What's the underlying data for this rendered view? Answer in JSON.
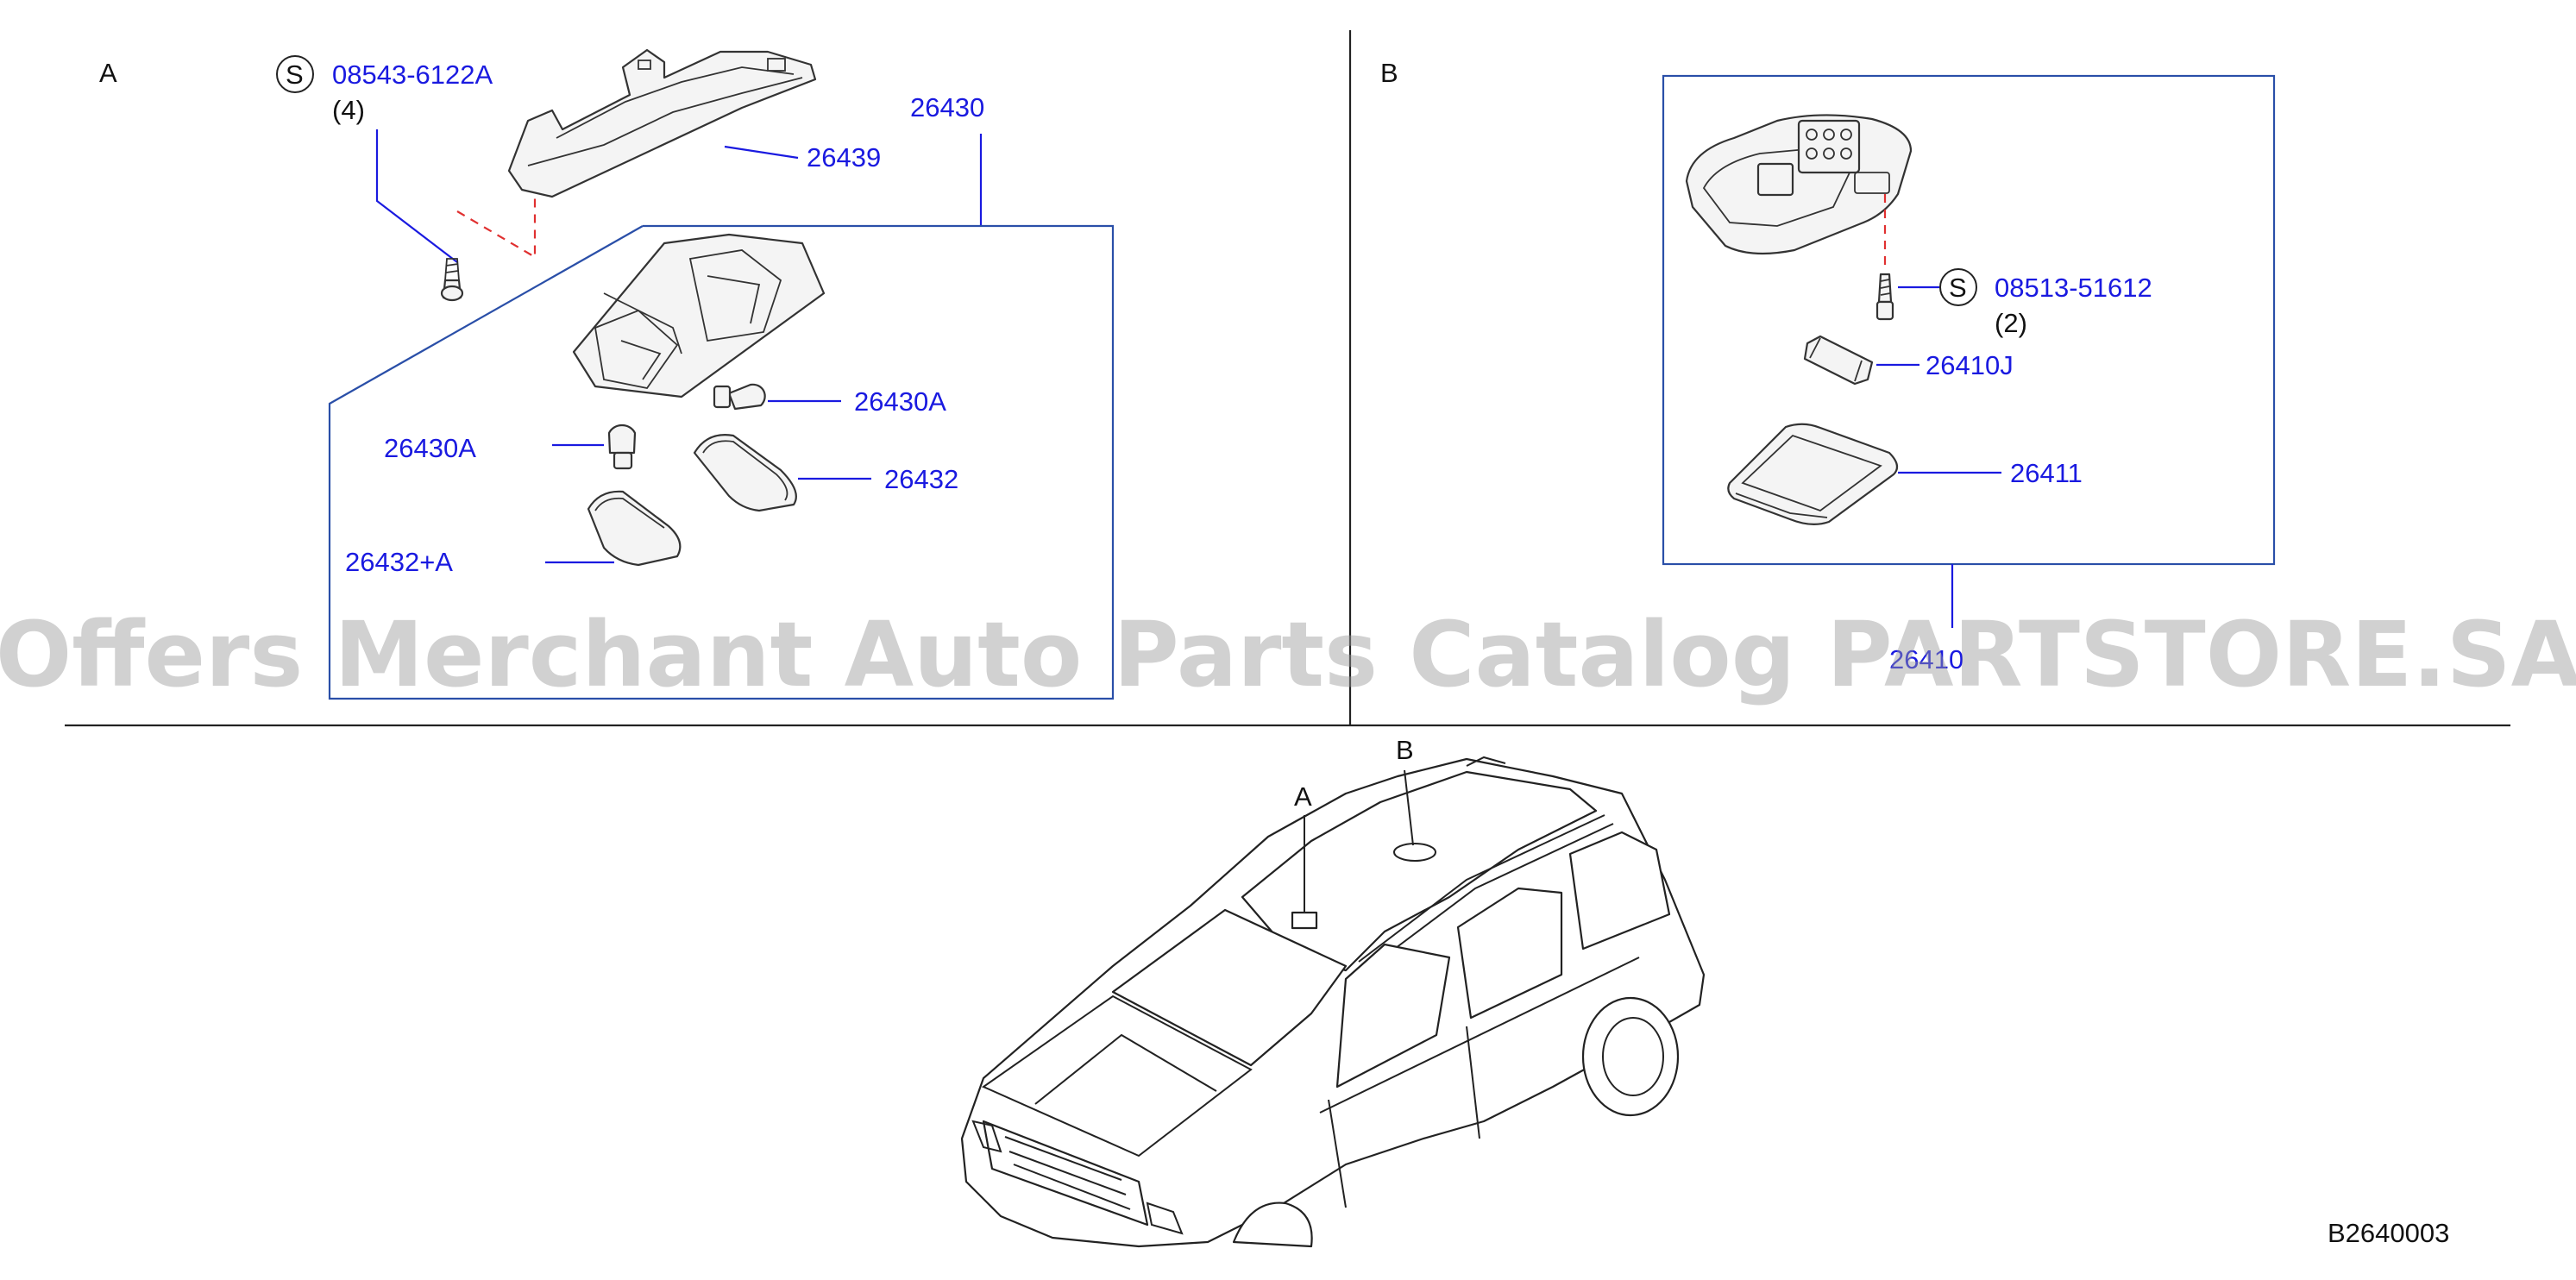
{
  "diagram": {
    "sections": {
      "a": "A",
      "b": "B"
    },
    "a": {
      "screw_symbol": "S",
      "screw_code": "08543-6122A",
      "screw_qty": "(4)",
      "bracket": "26439",
      "lamp_assembly": "26430",
      "bulb_right": "26430A",
      "bulb_left": "26430A",
      "lens_right": "26432",
      "lens_left": "26432+A"
    },
    "b": {
      "screw_symbol": "S",
      "screw_code": "08513-51612",
      "screw_qty": "(2)",
      "bulb": "26410J",
      "lens": "26411",
      "lamp_assembly": "26410"
    },
    "car_markers": {
      "a": "A",
      "b": "B"
    },
    "figure_code": "B2640003"
  },
  "watermark": "Offers Merchant Auto Parts Catalog PARTSTORE.SA",
  "colors": {
    "callout": "#1a1ae0",
    "frame": "#2a4fa8",
    "install_dash": "#e03030",
    "watermark": "#9a9a9a"
  }
}
